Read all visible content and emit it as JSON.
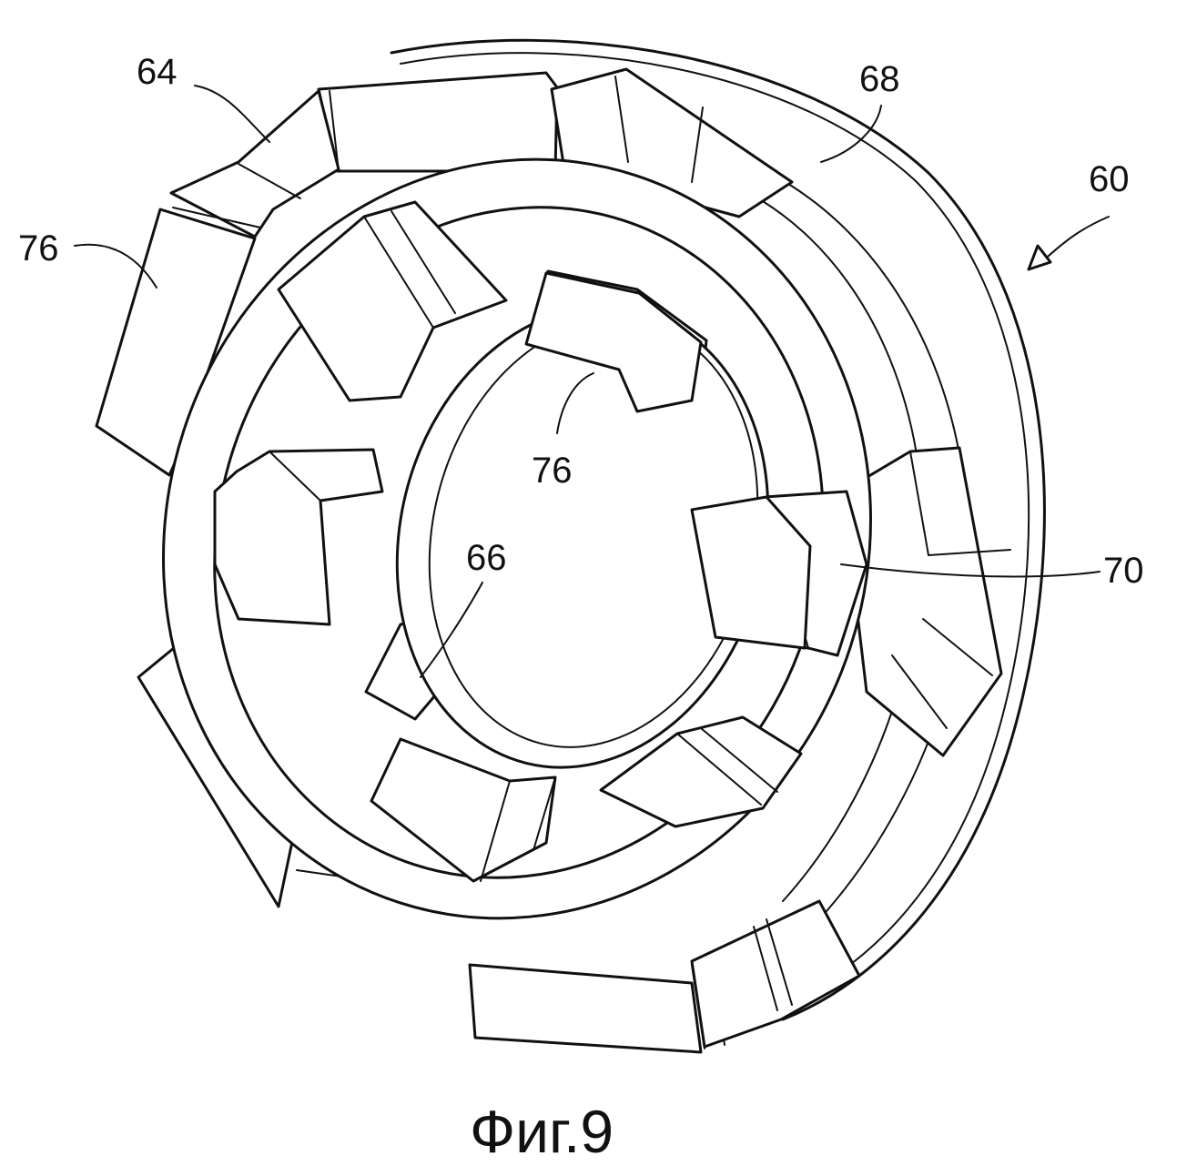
{
  "figure": {
    "caption": "Фиг.9",
    "labels": {
      "l64": "64",
      "l68": "68",
      "l60": "60",
      "l76_left": "76",
      "l76_center": "76",
      "l66": "66",
      "l70": "70"
    }
  }
}
